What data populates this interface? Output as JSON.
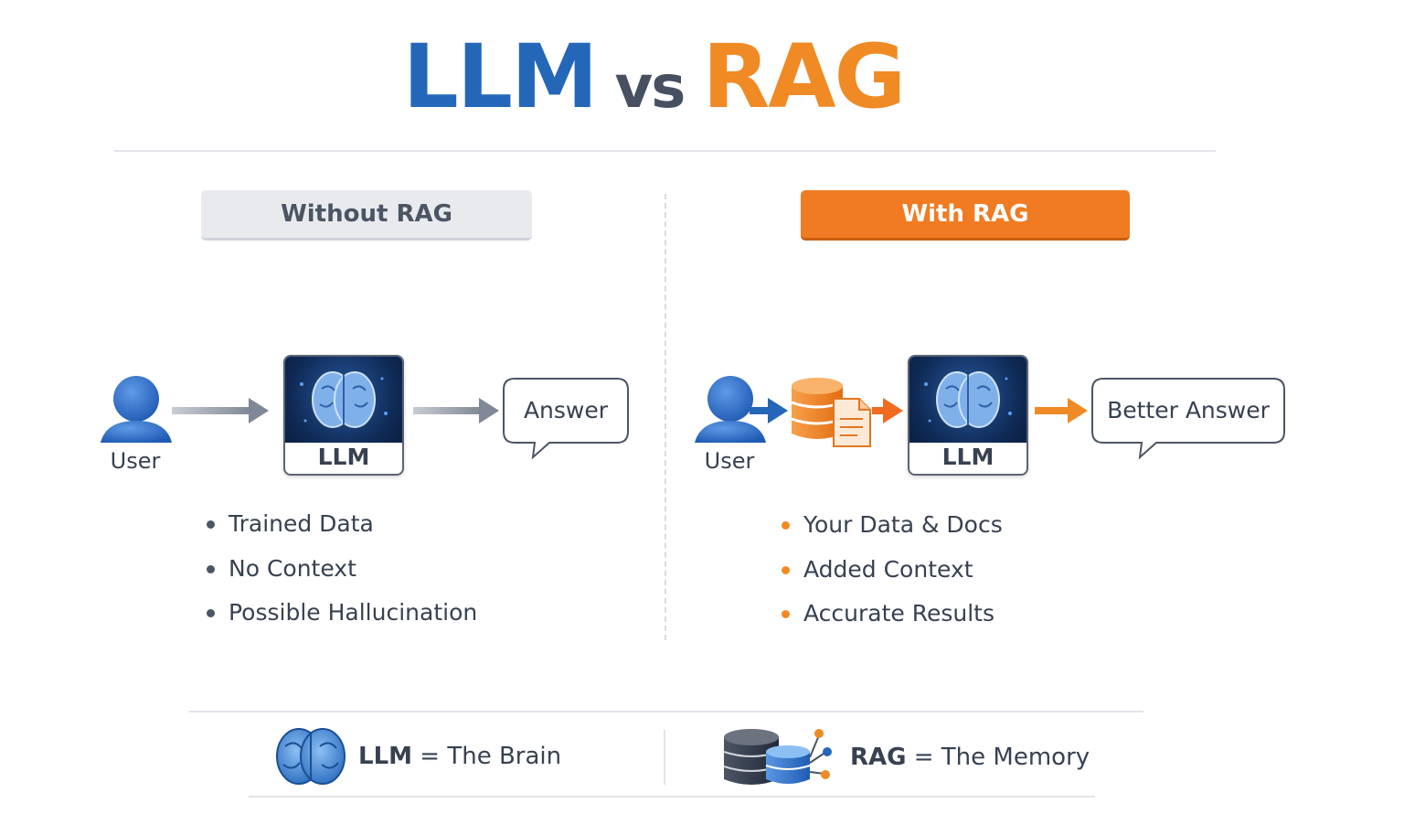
{
  "title": {
    "part1": "LLM",
    "part2": "vs",
    "part3": "RAG"
  },
  "left": {
    "header": "Without RAG",
    "user_label": "User",
    "llm_label": "LLM",
    "answer": "Answer",
    "bullets": [
      "Trained Data",
      "No Context",
      "Possible Hallucination"
    ],
    "bullet_color": "#4b5563"
  },
  "right": {
    "header": "With RAG",
    "user_label": "User",
    "llm_label": "LLM",
    "answer": "Better Answer",
    "bullets": [
      "Your Data & Docs",
      "Added Context",
      "Accurate Results"
    ],
    "bullet_color": "#f08a24"
  },
  "legend": {
    "llm_key": "LLM",
    "llm_desc": "= The Brain",
    "rag_key": "RAG",
    "rag_desc": "= The Memory"
  },
  "colors": {
    "blue": "#2467b8",
    "orange": "#f08a24",
    "gray": "#8a94a3",
    "dark": "#374151"
  },
  "icons": [
    "user-icon",
    "brain-icon",
    "arrow-right-icon",
    "speech-bubble-icon",
    "database-icon",
    "document-icon",
    "network-database-icon"
  ]
}
